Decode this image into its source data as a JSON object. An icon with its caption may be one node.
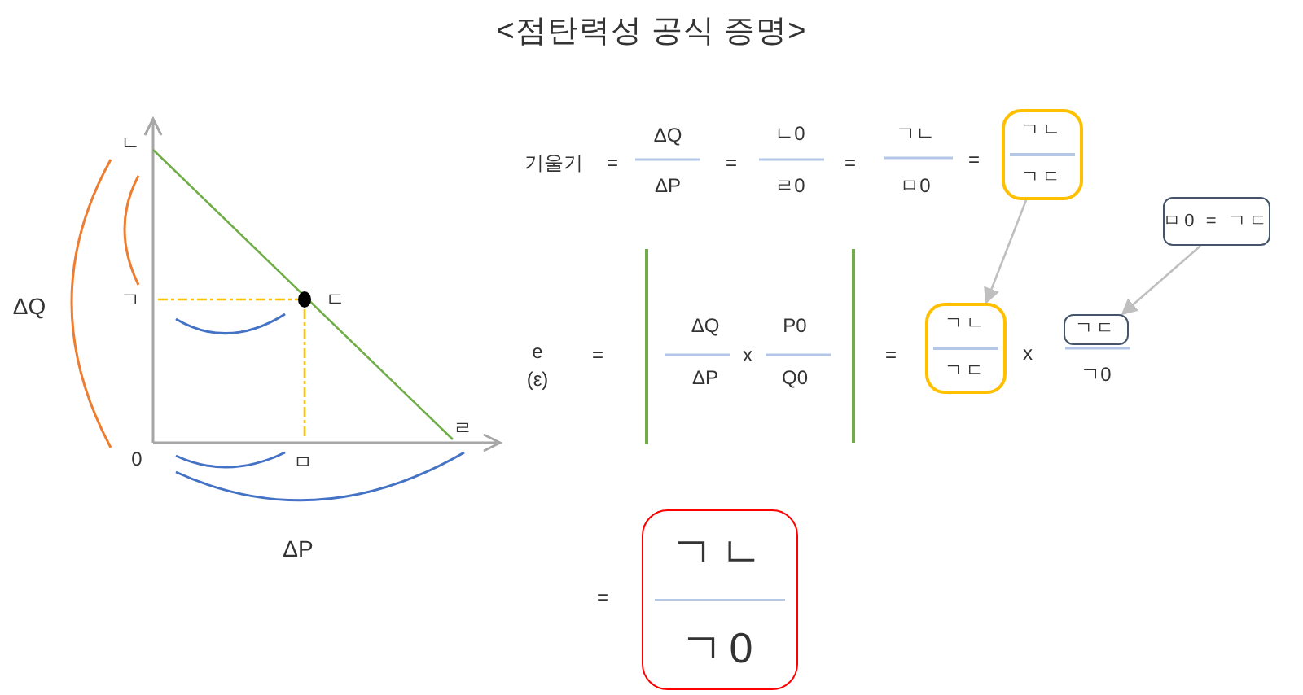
{
  "diagram": {
    "title": "<점탄력성 공식 증명>",
    "nodes": [
      {
        "text": [
          "ㄱㄴ",
          "ㄱㄷ"
        ]
      },
      {
        "text": [
          "ㄱㄴ",
          "ㄱㄷ"
        ]
      },
      {
        "text": [
          "ㅁ0 = ㄱㄷ"
        ]
      },
      {
        "text": [
          "ㄱㄷ"
        ]
      },
      {
        "text": [
          "ㄱㄴ",
          "ㄱ0"
        ]
      }
    ],
    "edges": [
      {
        "from": 0,
        "to": 1,
        "arrow": "to"
      },
      {
        "from": 2,
        "to": 3,
        "arrow": "to"
      }
    ],
    "labels": [
      "ㄴ",
      "ㄱ",
      "ㄷ",
      "ㄹ",
      "0",
      "ㅁ",
      "ΔQ",
      "ΔP",
      "기울기",
      "=",
      "ΔQ",
      "ΔP",
      "=",
      "ㄴ0",
      "ㄹ0",
      "=",
      "ㄱㄴ",
      "ㅁ0",
      "=",
      "e",
      "(ε)",
      "=",
      "ΔQ",
      "ΔP",
      "x",
      "P0",
      "Q0",
      "=",
      "x",
      "ㄱ0",
      "="
    ]
  }
}
